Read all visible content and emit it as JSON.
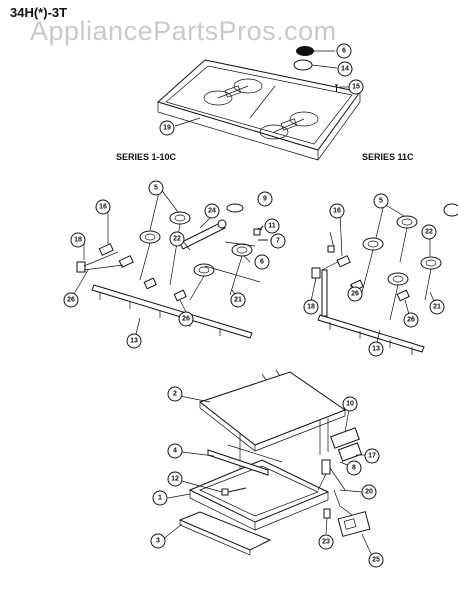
{
  "model": "34H(*)-3T",
  "watermark": "AppliancePartsPros.com",
  "series_left": "SERIES  1-10C",
  "series_right": "SERIES  11C",
  "callouts": {
    "c6a": "6",
    "c14": "14",
    "c15": "15",
    "c19": "19",
    "c5a": "5",
    "c9": "9",
    "c16a": "16",
    "c24": "24",
    "c11": "11",
    "c18a": "18",
    "c22a": "22",
    "c7": "7",
    "c6b": "6",
    "c26a": "26",
    "c21a": "21",
    "c26b": "26",
    "c13a": "13",
    "c16b": "16",
    "c5b": "5",
    "c22b": "22",
    "c26c": "26",
    "c18b": "18",
    "c21b": "21",
    "c26d": "26",
    "c13b": "13",
    "c2": "2",
    "c10": "10",
    "c4": "4",
    "c17": "17",
    "c8": "8",
    "c12": "12",
    "c20": "20",
    "c1": "1",
    "c3": "3",
    "c23": "23",
    "c25": "25"
  }
}
